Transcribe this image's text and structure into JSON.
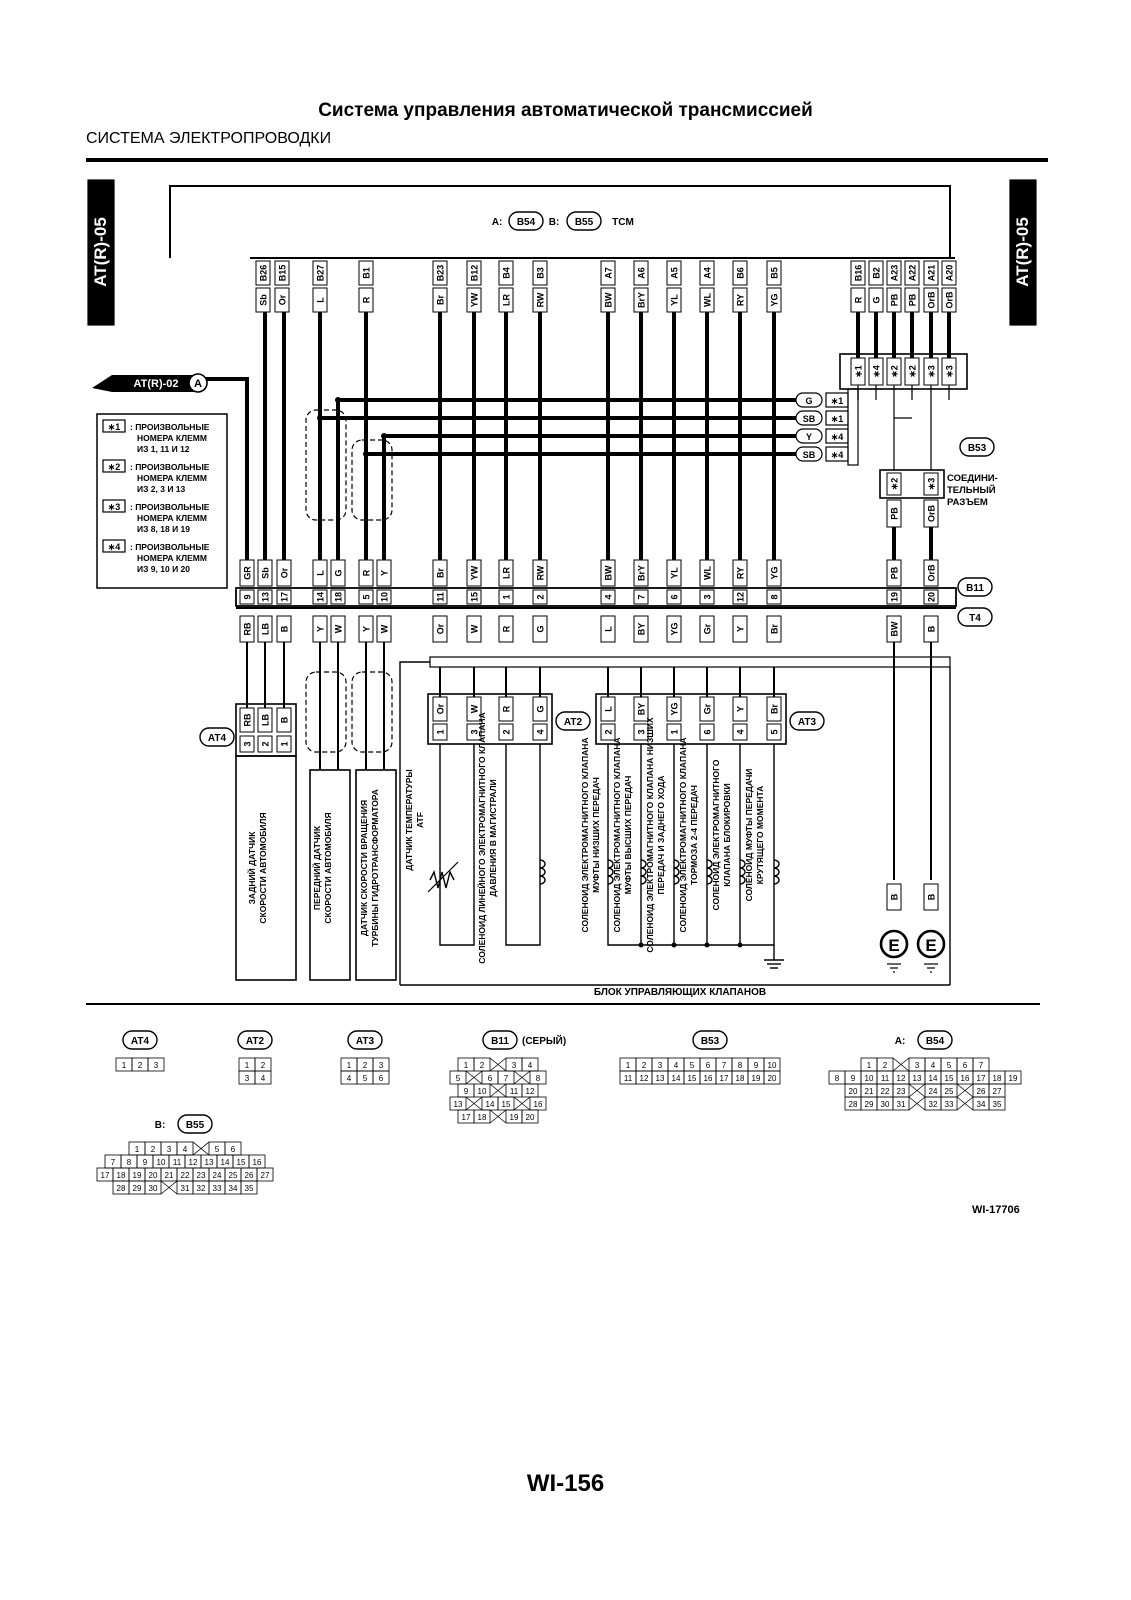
{
  "header": {
    "title": "Система управления автоматической трансмиссией",
    "subtitle": "СИСТЕМА ЭЛЕКТРОПРОВОДКИ"
  },
  "side_tab": "AT(R)-05",
  "tcm": {
    "a": "A:",
    "a_conn": "B54",
    "b": "B:",
    "b_conn": "B55",
    "label": "TCM"
  },
  "from_ref": {
    "label": "AT(R)-02",
    "letter": "A"
  },
  "legend": [
    {
      "mark": "∗1",
      "text": ": ПРОИЗВОЛЬНЫЕ НОМЕРА КЛЕММ ИЗ 1, 11 И 12"
    },
    {
      "mark": "∗2",
      "text": ": ПРОИЗВОЛЬНЫЕ НОМЕРА КЛЕММ ИЗ 2, 3 И 13"
    },
    {
      "mark": "∗3",
      "text": ": ПРОИЗВОЛЬНЫЕ НОМЕРА КЛЕММ ИЗ 8, 18 И 19"
    },
    {
      "mark": "∗4",
      "text": ": ПРОИЗВОЛЬНЫЕ НОМЕРА КЛЕММ ИЗ 9, 10 И 20"
    }
  ],
  "tcm_pins": [
    {
      "pin": "B26",
      "wire": "Sb"
    },
    {
      "pin": "B15",
      "wire": "Or"
    },
    {
      "pin": "B27",
      "wire": "L"
    },
    {
      "pin": "B1",
      "wire": "R"
    },
    {
      "pin": "B23",
      "wire": "Br"
    },
    {
      "pin": "B12",
      "wire": "YW"
    },
    {
      "pin": "B4",
      "wire": "LR"
    },
    {
      "pin": "B3",
      "wire": "RW"
    },
    {
      "pin": "A7",
      "wire": "BW"
    },
    {
      "pin": "A6",
      "wire": "BrY"
    },
    {
      "pin": "A5",
      "wire": "YL"
    },
    {
      "pin": "A4",
      "wire": "WL"
    },
    {
      "pin": "B6",
      "wire": "RY"
    },
    {
      "pin": "B5",
      "wire": "YG"
    },
    {
      "pin": "B16",
      "wire": "R"
    },
    {
      "pin": "B2",
      "wire": "G"
    },
    {
      "pin": "A23",
      "wire": "PB"
    },
    {
      "pin": "A22",
      "wire": "PB"
    },
    {
      "pin": "A21",
      "wire": "OrB"
    },
    {
      "pin": "A20",
      "wire": "OrB"
    }
  ],
  "b53": {
    "name": "B53",
    "top_marks": [
      "∗1",
      "∗4",
      "∗2",
      "∗2",
      "∗3",
      "∗3"
    ],
    "branches": [
      {
        "wire": "G",
        "mark": "∗1"
      },
      {
        "wire": "SB",
        "mark": "∗1"
      },
      {
        "wire": "Y",
        "mark": "∗4"
      },
      {
        "wire": "SB",
        "mark": "∗4"
      }
    ],
    "bottom": [
      {
        "mark": "∗2",
        "wire": "PB"
      },
      {
        "mark": "∗3",
        "wire": "OrB"
      }
    ],
    "desc": [
      "СОЕДИНИ-",
      "ТЕЛЬНЫЙ",
      "РАЗЪЕМ"
    ]
  },
  "b11": {
    "name": "B11",
    "t4": "T4",
    "upper": [
      "GR",
      "Sb",
      "Or",
      "L",
      "G",
      "R",
      "Y",
      "Br",
      "YW",
      "LR",
      "RW",
      "BW",
      "BrY",
      "YL",
      "WL",
      "RY",
      "YG",
      "PB",
      "OrB"
    ],
    "pins": [
      "9",
      "13",
      "17",
      "14",
      "18",
      "5",
      "10",
      "11",
      "15",
      "1",
      "2",
      "4",
      "7",
      "6",
      "3",
      "12",
      "8",
      "19",
      "20"
    ],
    "lower": [
      "RB",
      "LB",
      "B",
      "Y",
      "W",
      "Y",
      "W",
      "Or",
      "W",
      "R",
      "G",
      "L",
      "BY",
      "YG",
      "Gr",
      "Y",
      "Br",
      "BW",
      "B"
    ]
  },
  "at4": {
    "name": "AT4",
    "wires": [
      "RB",
      "LB",
      "B"
    ],
    "pins": [
      "3",
      "2",
      "1"
    ]
  },
  "at2": {
    "name": "AT2",
    "wires": [
      "Or",
      "W",
      "R",
      "G"
    ],
    "pins": [
      "1",
      "3",
      "2",
      "4"
    ]
  },
  "at3": {
    "name": "AT3",
    "wires": [
      "L",
      "BY",
      "YG",
      "Gr",
      "Y",
      "Br"
    ],
    "pins": [
      "2",
      "3",
      "1",
      "6",
      "4",
      "5"
    ]
  },
  "ground": {
    "wire": "B",
    "symbol": "E"
  },
  "components": [
    "ЗАДНИЙ ДАТЧИК СКОРОСТИ АВТОМОБИЛЯ",
    "ПЕРЕДНИЙ ДАТЧИК СКОРОСТИ АВТОМОБИЛЯ",
    "ДАТЧИК СКОРОСТИ ВРАЩЕНИЯ ТУРБИНЫ ГИДРОТРАНСФОРМАТОРА",
    "ДАТЧИК ТЕМПЕРАТУРЫ ATF",
    "СОЛЕНОИД ЛИНЕЙНОГО ЭЛЕКТРОМАГНИТНОГО КЛАПАНА ДАВЛЕНИЯ В МАГИСТРАЛИ",
    "СОЛЕНОИД ЭЛЕКТРОМАГНИТНОГО КЛАПАНА МУФТЫ НИЗШИХ ПЕРЕДАЧ",
    "СОЛЕНОИД ЭЛЕКТРОМАГНИТНОГО КЛАПАНА МУФТЫ ВЫСШИХ ПЕРЕДАЧ",
    "СОЛЕНОИД ЭЛЕКТРОМАГНИТНОГО КЛАПАНА НИЗШИХ ПЕРЕДАЧ И ЗАДНЕГО ХОДА",
    "СОЛЕНОИД ЭЛЕКТРОМАГНИТНОГО КЛАПАНА ТОРМОЗА 2-4 ПЕРЕДАЧ",
    "СОЛЕНОИД ЭЛЕКТРОМАГНИТНОГО КЛАПАНА БЛОКИРОВКИ",
    "СОЛЕНОИД МУФТЫ ПЕРЕДАЧИ КРУТЯЩЕГО МОМЕНТА"
  ],
  "valve_body": "БЛОК УПРАВЛЯЮЩИХ КЛАПАНОВ",
  "connector_views": [
    {
      "label": "AT4",
      "rows": [
        [
          "1",
          "2",
          "3"
        ]
      ]
    },
    {
      "label": "AT2",
      "rows": [
        [
          "1",
          "2"
        ],
        [
          "3",
          "4"
        ]
      ]
    },
    {
      "label": "AT3",
      "rows": [
        [
          "1",
          "2",
          "3"
        ],
        [
          "4",
          "5",
          "6"
        ]
      ]
    },
    {
      "label": "B11",
      "note": "(СЕРЫЙ)",
      "rows": [
        [
          "1",
          "2",
          "",
          "3",
          "4"
        ],
        [
          "5",
          "",
          "6",
          "7",
          "",
          "8"
        ],
        [
          "9",
          "10",
          "",
          "11",
          "12"
        ],
        [
          "13",
          "",
          "14",
          "15",
          "",
          "16"
        ],
        [
          "17",
          "18",
          "",
          "19",
          "20"
        ]
      ]
    },
    {
      "label": "B53",
      "rows": [
        [
          "1",
          "2",
          "3",
          "4",
          "5",
          "6",
          "7",
          "8",
          "9",
          "10"
        ],
        [
          "11",
          "12",
          "13",
          "14",
          "15",
          "16",
          "17",
          "18",
          "19",
          "20"
        ]
      ]
    },
    {
      "prefix": "A:",
      "label": "B54",
      "rows": [
        [
          "1",
          "2",
          "",
          "3",
          "4",
          "5",
          "6",
          "7"
        ],
        [
          "8",
          "9",
          "10",
          "11",
          "12",
          "13",
          "14",
          "15",
          "16",
          "17",
          "18",
          "19"
        ],
        [
          "20",
          "21",
          "22",
          "23",
          "",
          "24",
          "25",
          "",
          "26",
          "27"
        ],
        [
          "28",
          "29",
          "30",
          "31",
          "",
          "32",
          "33",
          "",
          "34",
          "35"
        ]
      ]
    },
    {
      "prefix": "B:",
      "label": "B55",
      "rows": [
        [
          "1",
          "2",
          "3",
          "4",
          "",
          "5",
          "6"
        ],
        [
          "7",
          "8",
          "9",
          "10",
          "11",
          "12",
          "13",
          "14",
          "15",
          "16"
        ],
        [
          "17",
          "18",
          "19",
          "20",
          "21",
          "22",
          "23",
          "24",
          "25",
          "26",
          "27"
        ],
        [
          "28",
          "29",
          "30",
          "",
          "31",
          "32",
          "33",
          "34",
          "35"
        ]
      ]
    }
  ],
  "figure_code": "WI-17706",
  "page_number": "WI-156"
}
